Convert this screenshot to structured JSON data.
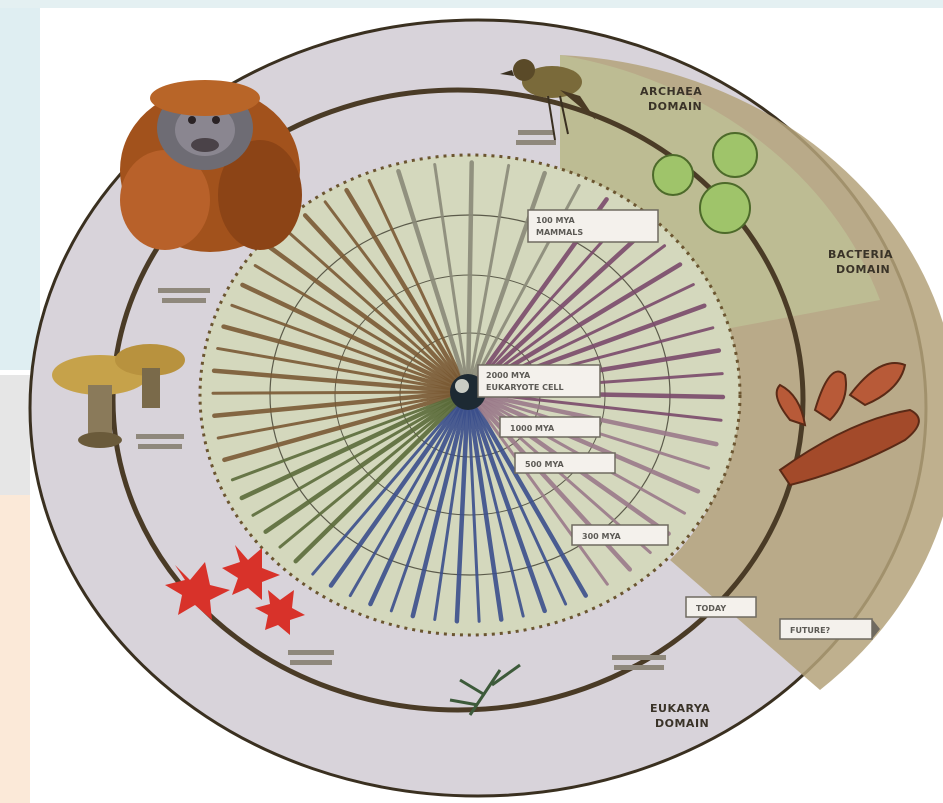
{
  "domains": {
    "archaea": [
      "ARCHAEA",
      "DOMAIN"
    ],
    "bacteria": [
      "BACTERIA",
      "DOMAIN"
    ],
    "eukarya": [
      "EUKARYA",
      "DOMAIN"
    ]
  },
  "time_labels": [
    [
      "100 MYA",
      "MAMMALS"
    ],
    [
      "2000 MYA",
      "EUKARYOTE CELL"
    ],
    [
      "1000 MYA"
    ],
    [
      "500 MYA"
    ],
    [
      "300 MYA"
    ],
    [
      "TODAY"
    ],
    [
      "FUTURE?"
    ]
  ],
  "colors": {
    "outer_ring": "#d8d3da",
    "ring_border": "#4a3b26",
    "inner_disc": "#d9dcc6",
    "bacteria_zone": "#a8946a",
    "archaea_zone": "#b3b48a",
    "animal_branch": "#7a5a34",
    "fungi_branch": "#3b4f8c",
    "protist_branch": "#7a4a6a",
    "plant_branch": "#5b6b3a",
    "center": "#1d2a33"
  },
  "icons": [
    "orangutan-illustration",
    "bird-illustration",
    "archaea-cells-illustration",
    "mushroom-illustration",
    "red-flower-illustration",
    "plant-sprig-illustration",
    "brown-fungus-illustration"
  ]
}
